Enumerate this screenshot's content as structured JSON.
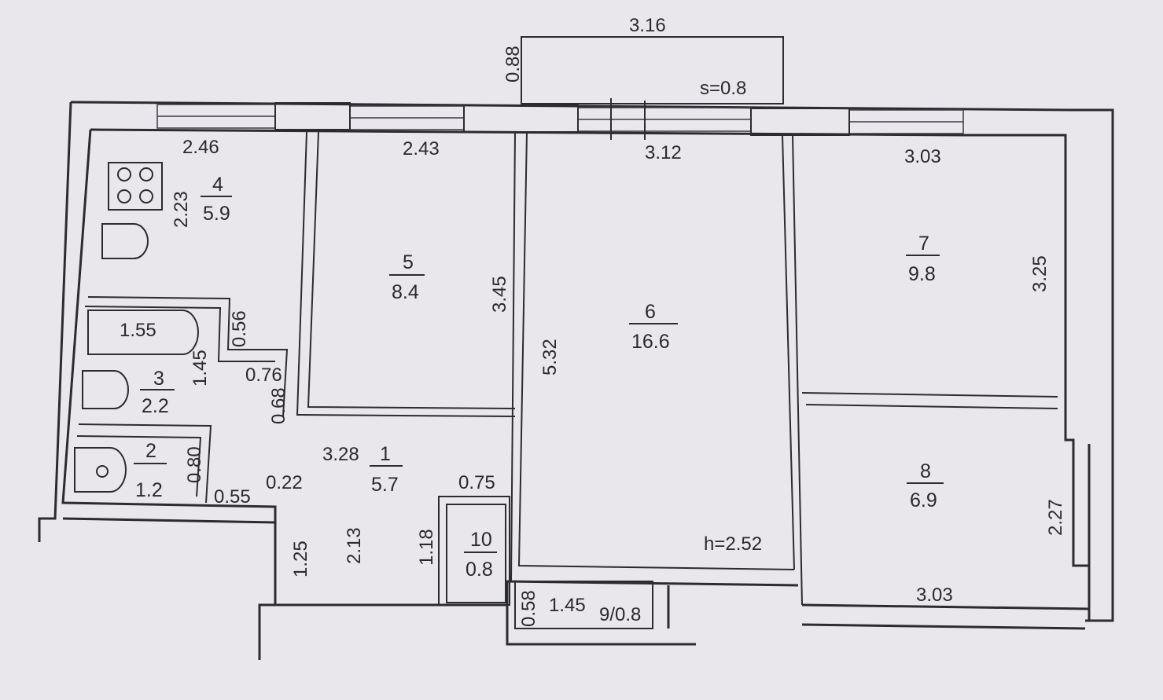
{
  "balcony": {
    "width": "3.16",
    "depth": "0.88",
    "area": "s=0.8"
  },
  "top_dims": {
    "room4": "2.46",
    "room5": "2.43",
    "room6": "3.12",
    "room7": "3.03"
  },
  "rooms": {
    "r4": {
      "number": "4",
      "area": "5.9",
      "depth": "2.23"
    },
    "r5": {
      "number": "5",
      "area": "8.4",
      "depth": "3.45"
    },
    "r6": {
      "number": "6",
      "area": "16.6",
      "depth": "5.32",
      "height": "h=2.52"
    },
    "r7": {
      "number": "7",
      "area": "9.8",
      "depth": "3.25"
    },
    "r8": {
      "number": "8",
      "area": "6.9",
      "depth": "2.27",
      "width": "3.03"
    },
    "r3": {
      "number": "3",
      "area": "2.2",
      "width": "1.55",
      "d1": "0.56",
      "d2": "1.45",
      "d3": "0.76",
      "d4": "0.68"
    },
    "r2": {
      "number": "2",
      "area": "1.2",
      "d1": "0.80",
      "d2": "0.55",
      "d3": "0.22"
    },
    "r1": {
      "number": "1",
      "area": "5.7",
      "width": "3.28",
      "d1": "2.13",
      "d2": "1.25",
      "d3": "1.18",
      "d4": "0.75"
    },
    "r10": {
      "number": "10",
      "area": "0.8"
    },
    "r9": {
      "label": "9/0.8",
      "d1": "0.58",
      "d2": "1.45"
    }
  }
}
